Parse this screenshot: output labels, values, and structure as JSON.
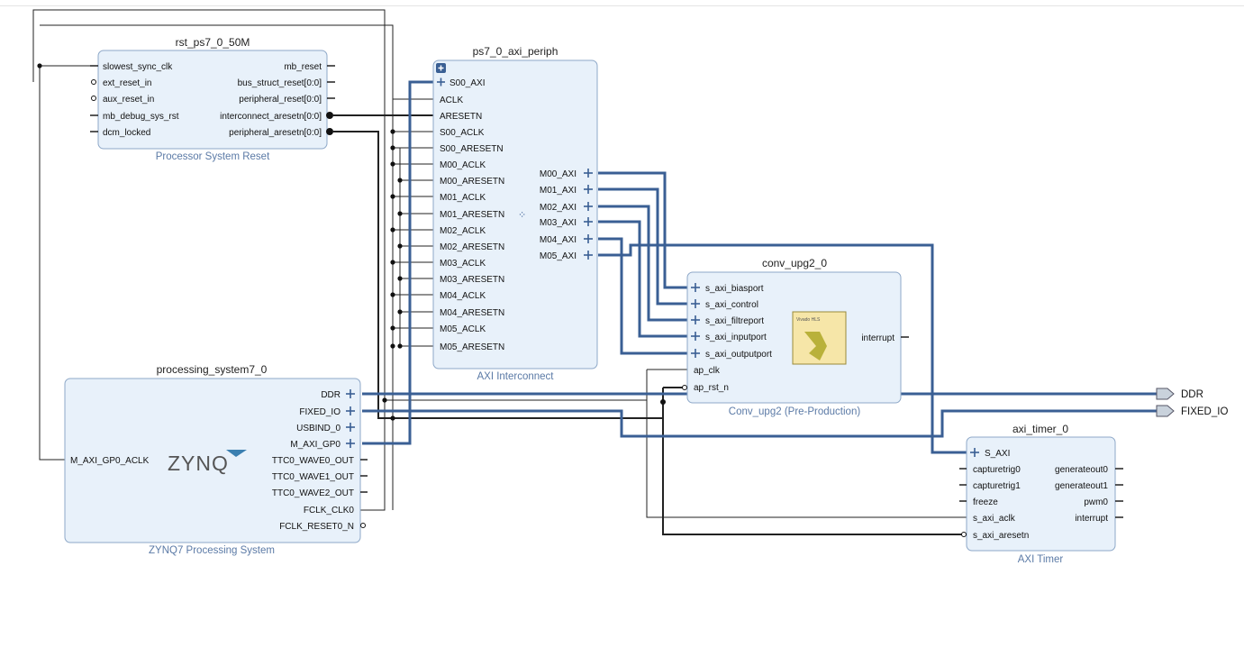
{
  "blocks": {
    "rst": {
      "name": "rst_ps7_0_50M",
      "subtitle": "Processor System Reset",
      "left_ports": [
        "slowest_sync_clk",
        "ext_reset_in",
        "aux_reset_in",
        "mb_debug_sys_rst",
        "dcm_locked"
      ],
      "right_ports": [
        "mb_reset",
        "bus_struct_reset[0:0]",
        "peripheral_reset[0:0]",
        "interconnect_aresetn[0:0]",
        "peripheral_aresetn[0:0]"
      ]
    },
    "axi_periph": {
      "name": "ps7_0_axi_periph",
      "subtitle": "AXI Interconnect",
      "left_ports": [
        "S00_AXI",
        "ACLK",
        "ARESETN",
        "S00_ACLK",
        "S00_ARESETN",
        "M00_ACLK",
        "M00_ARESETN",
        "M01_ACLK",
        "M01_ARESETN",
        "M02_ACLK",
        "M02_ARESETN",
        "M03_ACLK",
        "M03_ARESETN",
        "M04_ACLK",
        "M04_ARESETN",
        "M05_ACLK",
        "M05_ARESETN"
      ],
      "right_ports": [
        "M00_AXI",
        "M01_AXI",
        "M02_AXI",
        "M03_AXI",
        "M04_AXI",
        "M05_AXI"
      ]
    },
    "ps7": {
      "name": "processing_system7_0",
      "subtitle": "ZYNQ7 Processing System",
      "logo": "ZYNQ",
      "left_ports": [
        "M_AXI_GP0_ACLK"
      ],
      "right_ports": [
        "DDR",
        "FIXED_IO",
        "USBIND_0",
        "M_AXI_GP0",
        "TTC0_WAVE0_OUT",
        "TTC0_WAVE1_OUT",
        "TTC0_WAVE2_OUT",
        "FCLK_CLK0",
        "FCLK_RESET0_N"
      ]
    },
    "conv": {
      "name": "conv_upg2_0",
      "subtitle": "Conv_upg2 (Pre-Production)",
      "logo": "Vivado HLS",
      "left_ports": [
        "s_axi_biasport",
        "s_axi_control",
        "s_axi_filtreport",
        "s_axi_inputport",
        "s_axi_outputport",
        "ap_clk",
        "ap_rst_n"
      ],
      "right_ports": [
        "interrupt"
      ]
    },
    "timer": {
      "name": "axi_timer_0",
      "subtitle": "AXI Timer",
      "left_ports": [
        "S_AXI",
        "capturetrig0",
        "capturetrig1",
        "freeze",
        "s_axi_aclk",
        "s_axi_aresetn"
      ],
      "right_ports": [
        "generateout0",
        "generateout1",
        "pwm0",
        "interrupt"
      ]
    }
  },
  "external_ports": [
    "DDR",
    "FIXED_IO"
  ],
  "colors": {
    "block_fill": "#e8f1fa",
    "block_border": "#8ea8c8",
    "bus_wire": "#3a5f94",
    "net_wire": "#222222",
    "subtitle": "#5b7aa6",
    "hls_logo_bg": "#f6e6a8"
  }
}
